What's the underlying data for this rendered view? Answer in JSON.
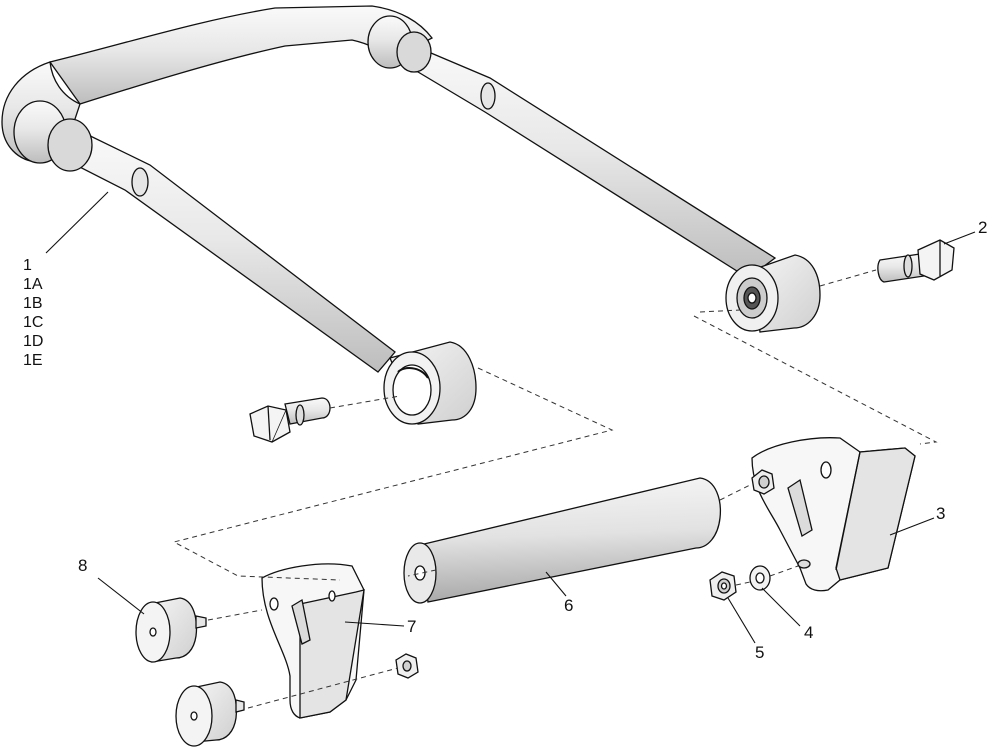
{
  "callouts": {
    "part_1_group": [
      "1",
      "1A",
      "1B",
      "1C",
      "1D",
      "1E"
    ],
    "part_2": "2",
    "part_3": "3",
    "part_4": "4",
    "part_5": "5",
    "part_6": "6",
    "part_7": "7",
    "part_8": "8"
  }
}
